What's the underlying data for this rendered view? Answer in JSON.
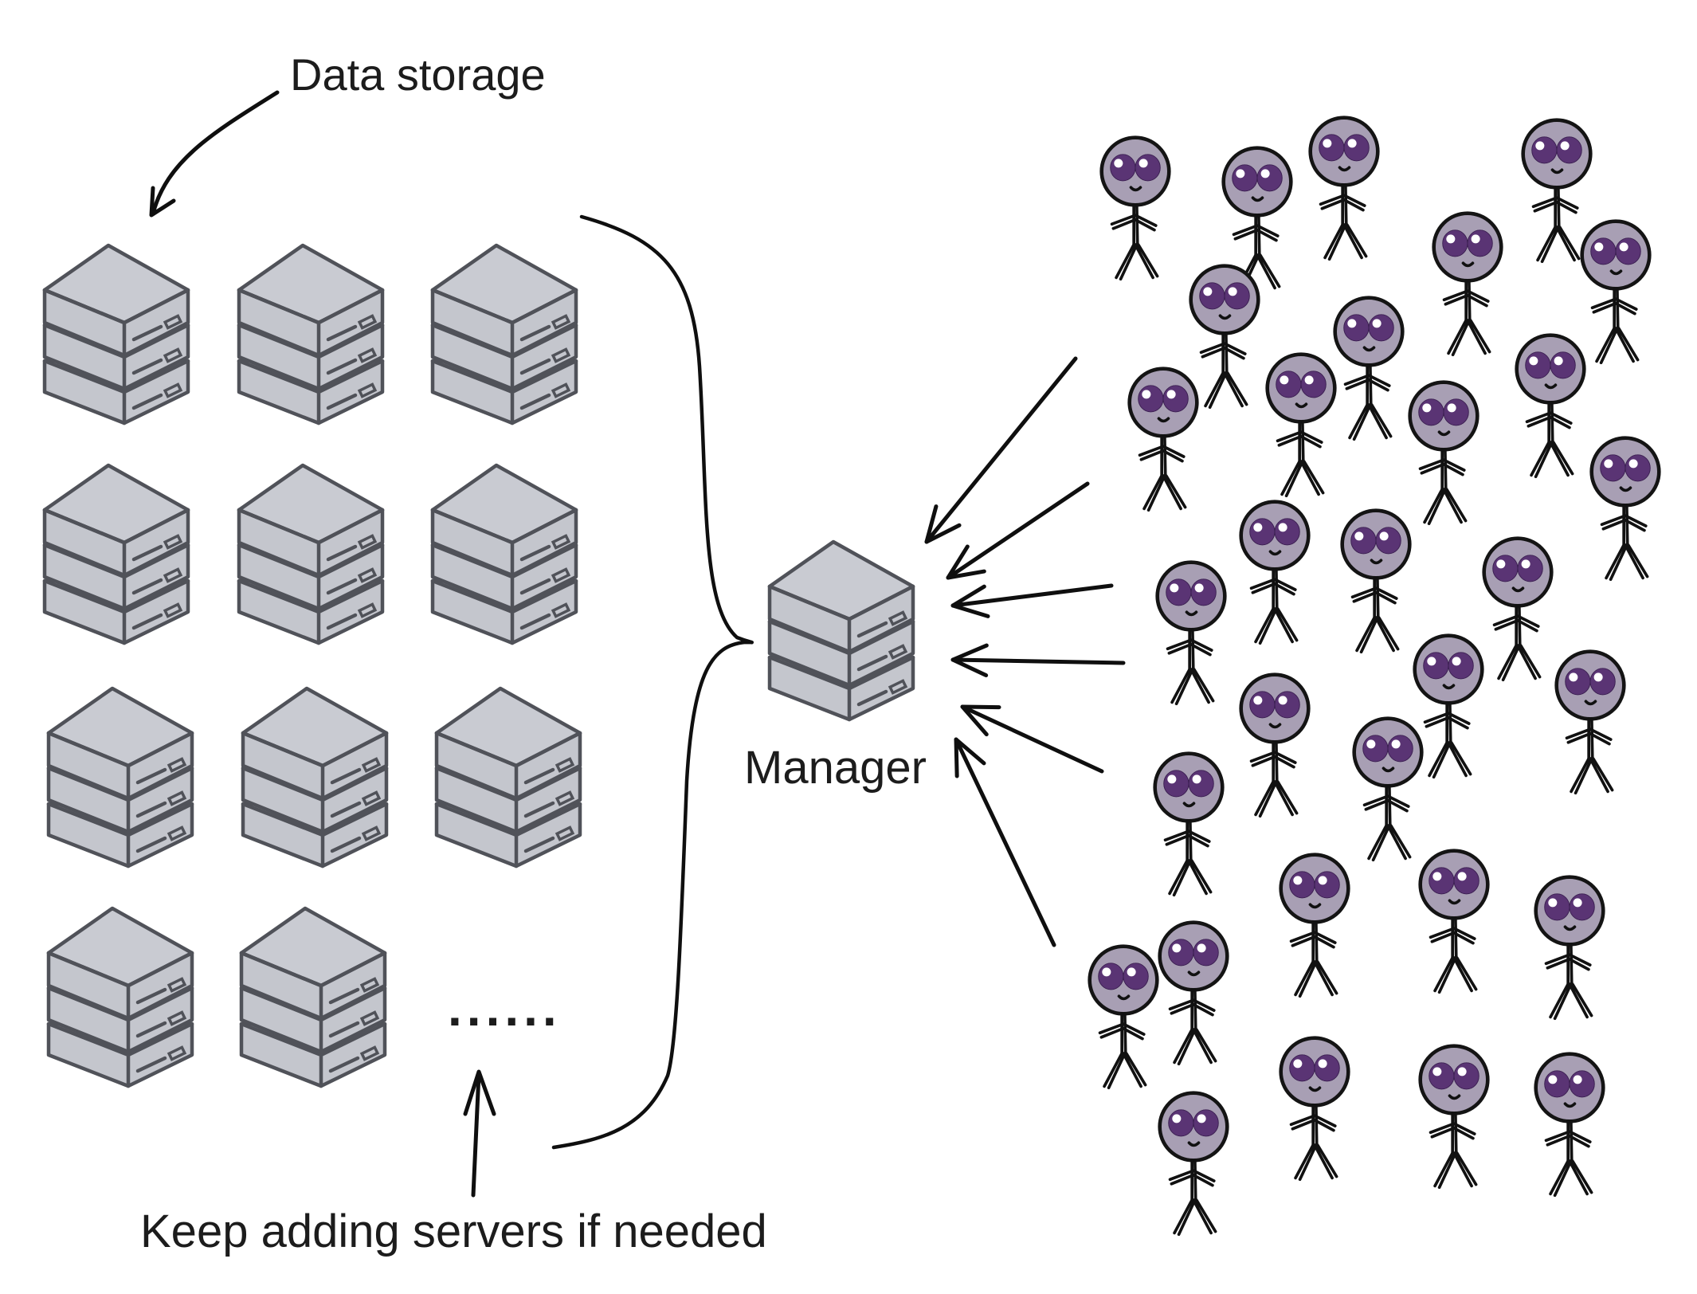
{
  "labels": {
    "data_storage": "Data storage",
    "manager": "Manager",
    "keep_adding": "Keep adding servers if needed",
    "ellipsis": "......"
  },
  "colors": {
    "server_fill": "#c9cbd2",
    "server_stroke": "#505259",
    "alien_head": "#a89fb4",
    "alien_eye": "#5a3474",
    "ink": "#111111"
  },
  "icons": {
    "server": "server-stack-icon",
    "user": "alien-stick-figure-icon"
  }
}
